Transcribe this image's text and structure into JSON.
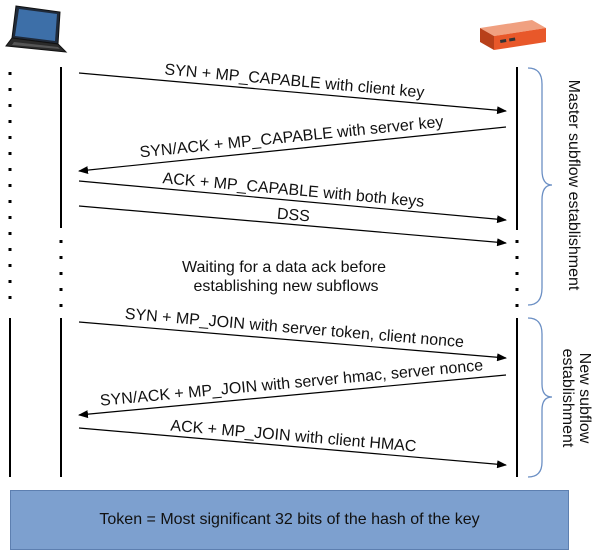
{
  "messages": [
    "SYN + MP_CAPABLE with client key",
    "SYN/ACK + MP_CAPABLE with server key",
    "ACK + MP_CAPABLE with both keys",
    "DSS",
    "SYN + MP_JOIN with server token, client nonce",
    "SYN/ACK + MP_JOIN with server hmac, server nonce",
    "ACK + MP_JOIN with client HMAC"
  ],
  "waiting_text": {
    "line1": "Waiting for a data ack before",
    "line2": "establishing new subflows"
  },
  "phases": {
    "master": "Master subflow establishment",
    "new_line1": "New subflow",
    "new_line2": "establishment"
  },
  "footer": "Token = Most significant 32 bits of the hash of the key",
  "icons": {
    "client": "laptop-icon",
    "server": "server-icon"
  },
  "colors": {
    "server_accent": "#e8582a",
    "footer_bg": "#7da0cf"
  }
}
